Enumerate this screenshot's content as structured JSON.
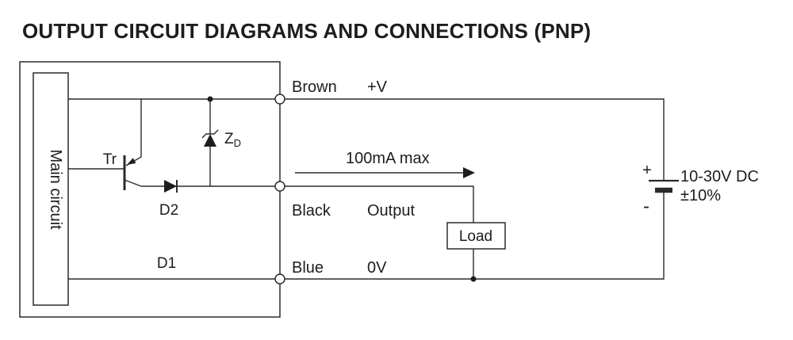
{
  "title": "OUTPUT CIRCUIT DIAGRAMS AND CONNECTIONS (PNP)",
  "sensor": {
    "main_circuit_label": "Main circuit",
    "transistor_label": "Tr",
    "zener_label_main": "Z",
    "zener_label_sub": "D",
    "diode_d2_label": "D2",
    "diode_d1_label": "D1"
  },
  "terminals": [
    {
      "wire_color": "Brown",
      "signal": "+V"
    },
    {
      "wire_color": "Black",
      "signal": "Output"
    },
    {
      "wire_color": "Blue",
      "signal": "0V"
    }
  ],
  "annotations": {
    "current_max": "100mA max",
    "load_label": "Load"
  },
  "power_supply": {
    "positive": "+",
    "negative": "-",
    "voltage": "10-30V DC",
    "tolerance": "±10%"
  },
  "colors": {
    "ink": "#1d1d1d",
    "background": "#ffffff"
  }
}
